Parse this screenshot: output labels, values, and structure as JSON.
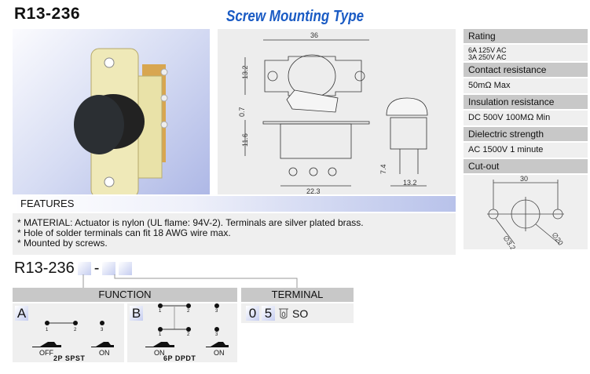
{
  "title": "R13-236",
  "subtitle": "Screw Mounting Type",
  "drawing": {
    "dims": [
      "36",
      "13.2",
      "0.7",
      "11.6",
      "22.3",
      "7.4",
      "13.2"
    ]
  },
  "specs": [
    {
      "label": "Rating",
      "value": [
        "6A 125V AC",
        "3A 250V AC"
      ]
    },
    {
      "label": "Contact resistance",
      "value": "50mΩ Max"
    },
    {
      "label": "Insulation resistance",
      "value": "DC 500V 100MΩ Min"
    },
    {
      "label": "Dielectric strength",
      "value": "AC 1500V 1 minute"
    },
    {
      "label": "Cut-out",
      "dims": [
        "30",
        "∅3.2",
        "∅20"
      ]
    }
  ],
  "features": {
    "title": "FEATURES",
    "items": [
      "* MATERIAL: Actuator is nylon (UL flame: 94V-2). Terminals are silver plated brass.",
      "* Hole of solder terminals can fit 18 AWG wire max.",
      "* Mounted by screws."
    ]
  },
  "ordering": {
    "code": "R13-236",
    "dash": "-",
    "function": {
      "title": "FUNCTION",
      "options": [
        {
          "letter": "A",
          "name": "2P SPST",
          "pins": [
            "1",
            "2",
            "3"
          ],
          "states": [
            "OFF",
            "ON"
          ]
        },
        {
          "letter": "B",
          "name": "6P DPDT",
          "pins": [
            "1",
            "2",
            "3",
            "1",
            "2",
            "3"
          ],
          "states": [
            "ON",
            "ON"
          ]
        }
      ]
    },
    "terminal": {
      "title": "TERMINAL",
      "digits": [
        "0",
        "5"
      ],
      "name": "SO",
      "icon": "solder-terminal-icon"
    }
  }
}
